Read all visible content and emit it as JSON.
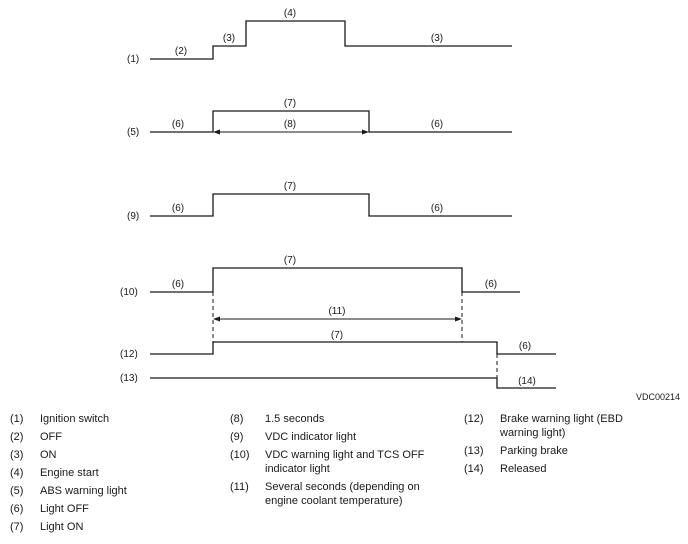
{
  "diagram": {
    "rows": [
      {
        "id": "(1)",
        "segments": [
          {
            "label": "(2)"
          },
          {
            "label": "(3)"
          },
          {
            "label": "(4)"
          },
          {
            "label": "(3)"
          }
        ]
      },
      {
        "id": "(5)",
        "segments": [
          {
            "label": "(6)"
          },
          {
            "label": "(7)"
          },
          {
            "label": "(6)"
          }
        ],
        "span_label": "(8)"
      },
      {
        "id": "(9)",
        "segments": [
          {
            "label": "(6)"
          },
          {
            "label": "(7)"
          },
          {
            "label": "(6)"
          }
        ]
      },
      {
        "id": "(10)",
        "segments": [
          {
            "label": "(6)"
          },
          {
            "label": "(7)"
          },
          {
            "label": "(6)"
          }
        ],
        "span_label": "(11)"
      },
      {
        "id": "(12)",
        "segments": [
          {
            "label": "(7)"
          },
          {
            "label": "(6)"
          }
        ]
      },
      {
        "id": "(13)",
        "segments": [
          {
            "label": "(14)"
          }
        ]
      }
    ],
    "figure_code": "VDC00214"
  },
  "legend": {
    "col1": [
      {
        "num": "(1)",
        "text": "Ignition switch"
      },
      {
        "num": "(2)",
        "text": "OFF"
      },
      {
        "num": "(3)",
        "text": "ON"
      },
      {
        "num": "(4)",
        "text": "Engine start"
      },
      {
        "num": "(5)",
        "text": "ABS warning light"
      },
      {
        "num": "(6)",
        "text": "Light OFF"
      },
      {
        "num": "(7)",
        "text": "Light ON"
      }
    ],
    "col2": [
      {
        "num": "(8)",
        "text": "1.5 seconds"
      },
      {
        "num": "(9)",
        "text": "VDC indicator light"
      },
      {
        "num": "(10)",
        "text": "VDC warning light and TCS OFF indicator light"
      },
      {
        "num": "(11)",
        "text": "Several seconds (depending on engine coolant temperature)"
      }
    ],
    "col3": [
      {
        "num": "(12)",
        "text": "Brake warning light (EBD warning light)"
      },
      {
        "num": "(13)",
        "text": "Parking brake"
      },
      {
        "num": "(14)",
        "text": "Released"
      }
    ]
  }
}
